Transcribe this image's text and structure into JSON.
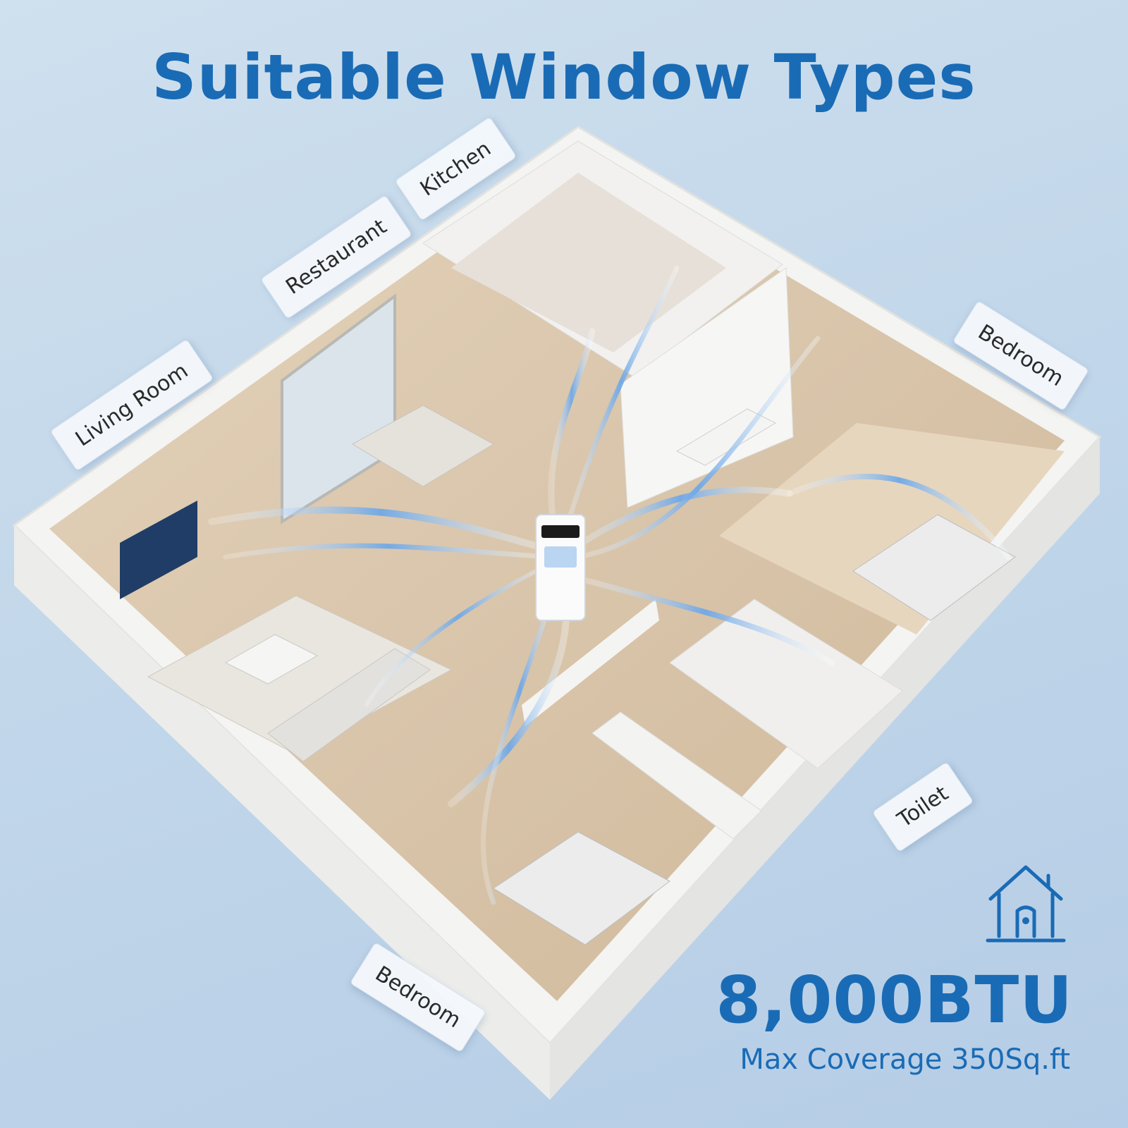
{
  "title": "Suitable Window Types",
  "rooms": {
    "living_room": "Living Room",
    "restaurant": "Restaurant",
    "kitchen": "Kitchen",
    "bedroom_right": "Bedroom",
    "toilet": "Toilet",
    "bedroom_bottom": "Bedroom"
  },
  "capacity": "8,000BTU",
  "coverage": "Max Coverage 350Sq.ft",
  "icons": [
    "house-icon",
    "air-conditioner-unit",
    "airflow-streams"
  ],
  "colors": {
    "accent": "#1a6bb5",
    "background": "#c6d9eb",
    "wall": "#f7f7f5",
    "floor": "#d9c4a8"
  }
}
